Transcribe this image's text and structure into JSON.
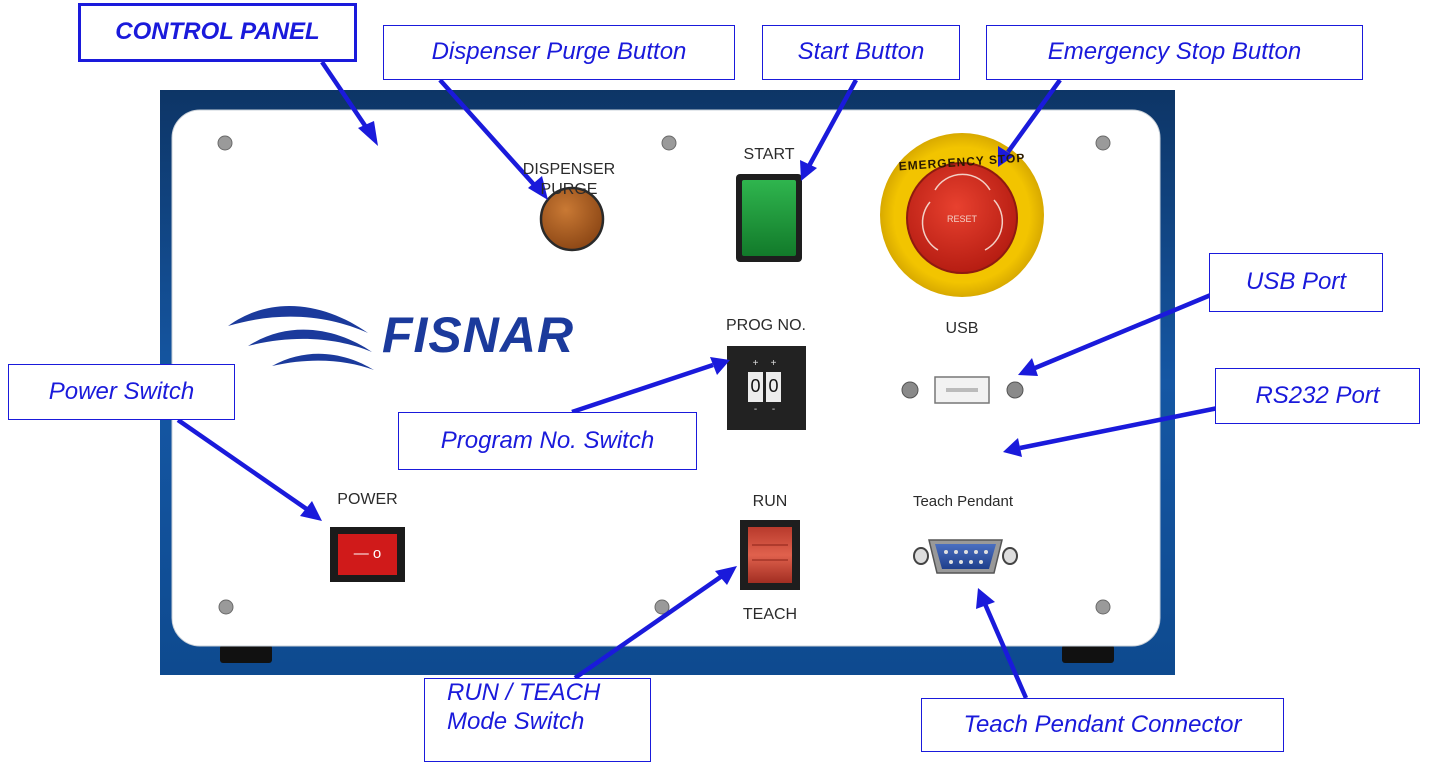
{
  "callouts": {
    "control_panel": "CONTROL PANEL",
    "dispenser_purge": "Dispenser Purge Button",
    "start": "Start Button",
    "emergency_stop": "Emergency Stop Button",
    "usb_port": "USB Port",
    "power_switch": "Power Switch",
    "rs232_port": "RS232 Port",
    "program_no_switch": "Program No. Switch",
    "run_teach_line1": "RUN / TEACH",
    "run_teach_line2": "Mode Switch",
    "teach_pendant_connector": "Teach Pendant Connector"
  },
  "panel": {
    "brand": "FISNAR",
    "dispenser_label_line1": "DISPENSER",
    "dispenser_label_line2": "PURGE",
    "start_label": "START",
    "prog_label": "PROG NO.",
    "prog_digit_1": "0",
    "prog_digit_2": "0",
    "prog_plus": "+",
    "prog_minus": "-",
    "usb_label": "USB",
    "power_label": "POWER",
    "power_symbols": "— o",
    "run_label": "RUN",
    "teach_label": "TEACH",
    "teach_pendant_label": "Teach Pendant",
    "estop_ring_text": "EMERGENCY STOP",
    "estop_reset": "RESET"
  },
  "colors": {
    "callout_blue": "#1a1adb",
    "enclosure_blue": "#0e4a8f",
    "start_green": "#1c9a3a",
    "purge_brown": "#a7561d",
    "estop_red": "#d42c1e",
    "estop_yellow": "#e8b800",
    "switch_red": "#d01a1a",
    "brand_blue": "#1b3a9c"
  }
}
